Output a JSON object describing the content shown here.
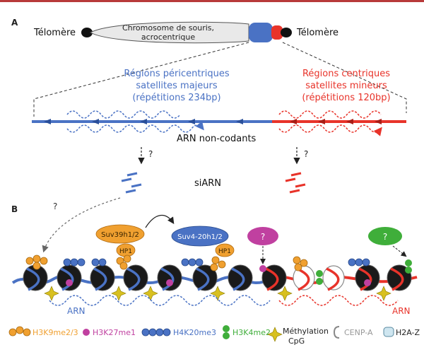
{
  "panels": {
    "a_label": "A",
    "b_label": "B"
  },
  "chromosome": {
    "telomere_left": "Télomère",
    "telomere_right": "Télomère",
    "label_line1": "Chromosome de souris,",
    "label_line2": "acrocentrique"
  },
  "regions": {
    "pericentric_line1": "Régions péricentriques",
    "pericentric_line2": "satellites majeurs",
    "pericentric_line3": "(répétitions 234bp)",
    "centric_line1": "Régions centriques",
    "centric_line2": "satellites mineurs",
    "centric_line3": "(répétitions 120bp)"
  },
  "rna": {
    "noncoding": "ARN non-codants",
    "q1": "?",
    "q2": "?",
    "sirna": "siARN",
    "q3": "?",
    "arn_left": "ARN",
    "arn_right": "ARN"
  },
  "enzymes": {
    "suv39": "Suv39h1/2",
    "hp1_a": "HP1",
    "suv4": "Suv4-20h1/2",
    "hp1_b": "HP1",
    "q_magenta": "?",
    "q_green": "?"
  },
  "legend": {
    "h3k9": "H3K9me2/3",
    "h3k27": "H3K27me1",
    "h4k20": "H4K20me3",
    "h3k4": "H3K4me2",
    "methylation_line1": "Méthylation",
    "methylation_line2": "CpG",
    "cenpa": "CENP-A",
    "h2az": "H2A-Z"
  },
  "colors": {
    "blue": "#4a72c4",
    "red": "#e8332a",
    "orange": "#f0a030",
    "magenta": "#c040a0",
    "green": "#3fae3a",
    "yellow": "#d8c020",
    "frame": "#b83a3a"
  }
}
